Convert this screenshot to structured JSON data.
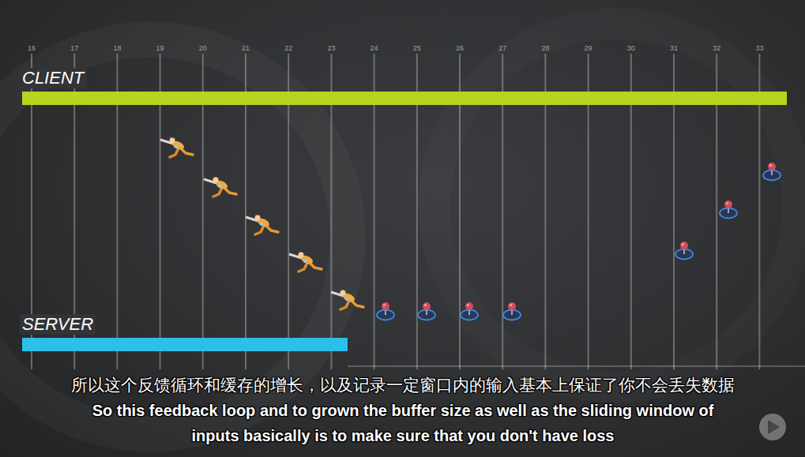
{
  "diagram": {
    "nodes": [
      {
        "text": [
          "CLIENT"
        ]
      },
      {
        "text": [
          "SERVER"
        ]
      }
    ],
    "labels": [
      "16",
      "17",
      "18",
      "19",
      "20",
      "21",
      "22",
      "23",
      "24",
      "25",
      "26",
      "27",
      "28",
      "29",
      "30",
      "31",
      "32",
      "33",
      "所以这个反馈循环和缓存的增长，以及记录一定窗口内的输入基本上保证了你不会丢失数据",
      "So this feedback loop and to grown the buffer size as well as the sliding window of inputs basically is to make sure that you don't have loss"
    ]
  }
}
